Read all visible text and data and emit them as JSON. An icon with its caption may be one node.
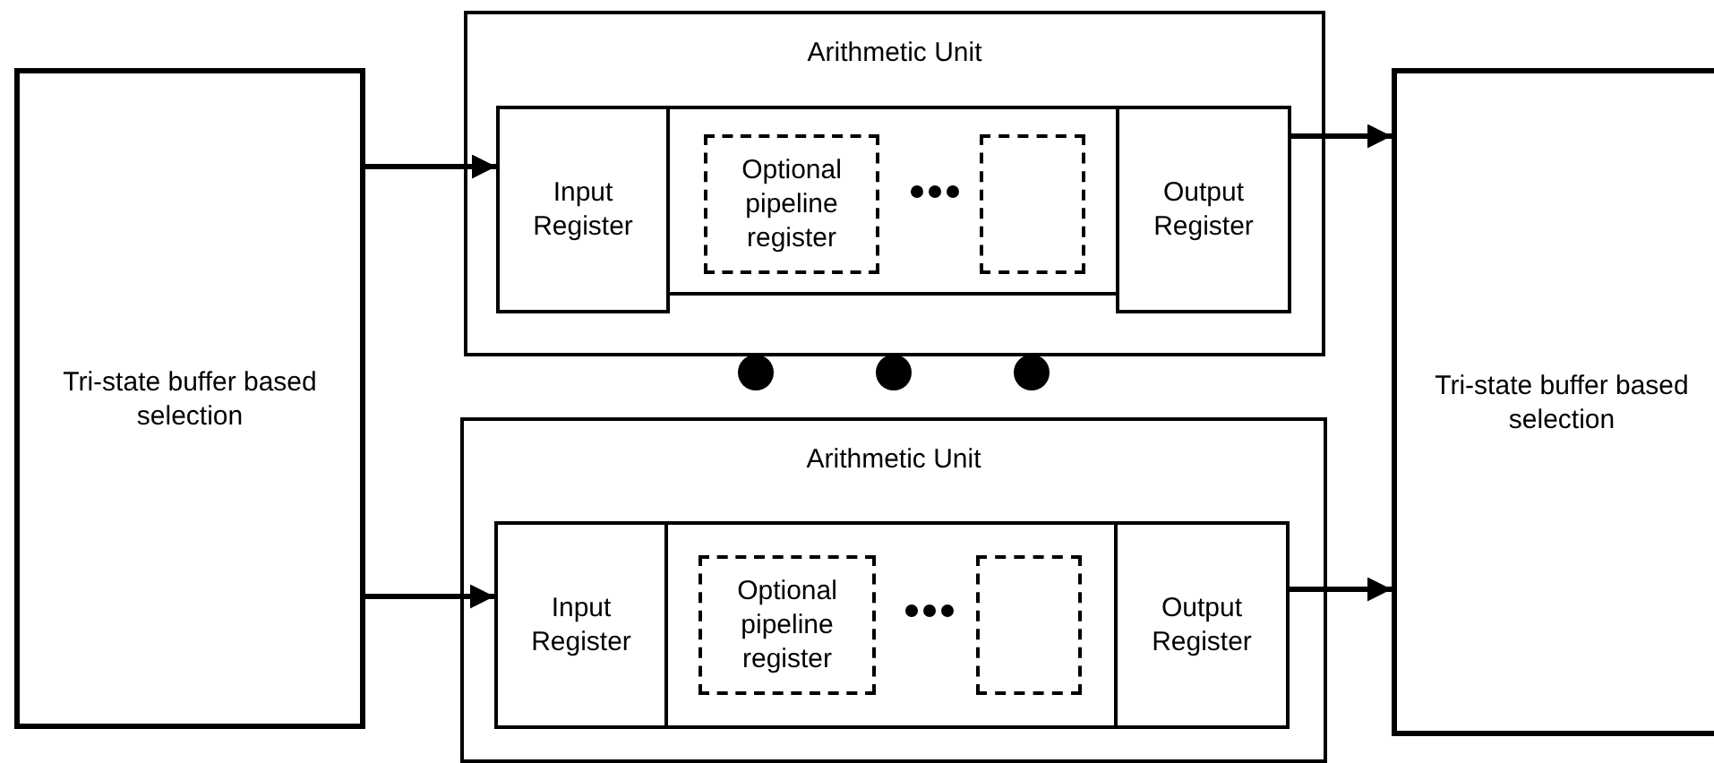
{
  "diagram": {
    "nodes": [
      {
        "text": [
          "Tri-state buffer based selection"
        ]
      },
      {
        "text": [
          "Arithmetic Unit"
        ]
      },
      {
        "text": [
          "Input Register"
        ],
        "in": 1
      },
      {
        "text": [],
        "shape": "box",
        "in": 1
      },
      {
        "text": [
          "Optional pipeline register"
        ],
        "in": 3
      },
      {
        "text": [],
        "shape": "box",
        "in": 3
      },
      {
        "text": [
          "Output Register"
        ],
        "in": 1
      },
      {
        "text": [
          "Arithmetic Unit"
        ]
      },
      {
        "text": [
          "Input Register"
        ],
        "in": 7
      },
      {
        "text": [],
        "shape": "box",
        "in": 7
      },
      {
        "text": [
          "Optional pipeline register"
        ],
        "in": 9
      },
      {
        "text": [],
        "shape": "box",
        "in": 9
      },
      {
        "text": [
          "Output Register"
        ],
        "in": 7
      },
      {
        "text": [
          "Tri-state buffer based selection"
        ]
      }
    ],
    "edges": [
      {
        "from": 0,
        "to": 2,
        "arrow": "to"
      },
      {
        "from": 0,
        "to": 8,
        "arrow": "to"
      },
      {
        "from": 6,
        "to": 13,
        "arrow": "to"
      },
      {
        "from": 12,
        "to": 13,
        "arrow": "to"
      }
    ]
  }
}
